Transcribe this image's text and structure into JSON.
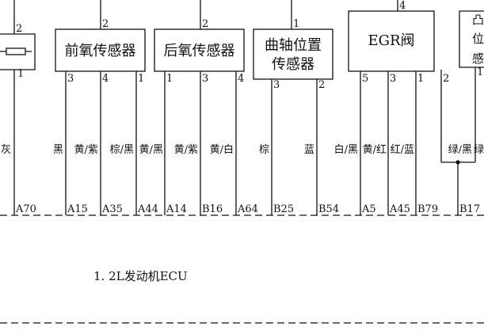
{
  "colors": {
    "line": "#111111",
    "background": "#ffffff"
  },
  "components": {
    "left_partial": {
      "pin_top": "2",
      "pin_bottom": "1"
    },
    "front_o2": {
      "label": "前氧传感器",
      "pin_top": "2",
      "pins_bottom": [
        "3",
        "4",
        "1"
      ]
    },
    "rear_o2": {
      "label": "后氧传感器",
      "pin_top": "2",
      "pins_bottom": [
        "1",
        "3",
        "4"
      ]
    },
    "crank_sensor": {
      "label_lines": [
        "曲轴位置",
        "传感器"
      ],
      "pin_top": "1",
      "pins_bottom": [
        "3",
        "2"
      ]
    },
    "egr_valve": {
      "label": "EGR阀",
      "pin_top": "4",
      "pins_bottom": [
        "5",
        "3",
        "1"
      ]
    },
    "right_partial": {
      "label_lines": [
        "凸",
        "位",
        "感"
      ],
      "pins_bottom": [
        "2",
        "1"
      ]
    }
  },
  "wire_colors": [
    "灰",
    "黑",
    "黄/紫",
    "棕/黑",
    "黄/黑",
    "黄/紫",
    "黄/白",
    "棕",
    "蓝",
    "白/黑",
    "黄/红",
    "红/蓝",
    "绿/黑",
    "绿"
  ],
  "terminals": [
    "A70",
    "A15",
    "A35",
    "A44",
    "A14",
    "B16",
    "A64",
    "B25",
    "B54",
    "A5",
    "A45",
    "B79",
    "B17"
  ],
  "ecu": {
    "label": "1. 2L发动机ECU"
  }
}
